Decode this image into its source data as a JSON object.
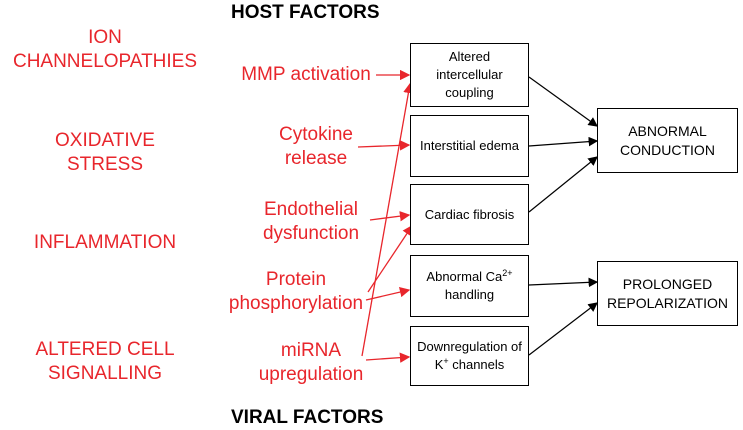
{
  "headings": {
    "host": "HOST FACTORS",
    "viral": "VIRAL FACTORS"
  },
  "left_factors": [
    {
      "lines": [
        "ION",
        "CHANNELOPATHIES"
      ]
    },
    {
      "lines": [
        "OXIDATIVE",
        "STRESS"
      ]
    },
    {
      "lines": [
        "INFLAMMATION"
      ]
    },
    {
      "lines": [
        "ALTERED CELL",
        "SIGNALLING"
      ]
    }
  ],
  "middle_factors": [
    {
      "lines": [
        "MMP activation"
      ]
    },
    {
      "lines": [
        "Cytokine",
        "release"
      ]
    },
    {
      "lines": [
        "Endothelial",
        "dysfunction"
      ]
    },
    {
      "lines": [
        "Protein",
        "phosphorylation"
      ]
    },
    {
      "lines": [
        "miRNA",
        "upregulation"
      ]
    }
  ],
  "mechanisms": [
    {
      "lines": [
        "Altered",
        "intercellular",
        "coupling"
      ]
    },
    {
      "lines": [
        "Interstitial edema"
      ]
    },
    {
      "lines": [
        "Cardiac fibrosis"
      ]
    },
    {
      "line1_pre": "Abnormal Ca",
      "line1_sup": "2+",
      "line2": "handling"
    },
    {
      "line1": "Downregulation of",
      "line2_pre": "K",
      "line2_sup": "+",
      "line2_post": " channels"
    }
  ],
  "outcomes": [
    {
      "lines": [
        "ABNORMAL",
        "CONDUCTION"
      ]
    },
    {
      "lines": [
        "PROLONGED",
        "REPOLARIZATION"
      ]
    }
  ],
  "colors": {
    "factor_text": "#e8262c",
    "arrow": "#e8262c",
    "box_border": "#000000"
  }
}
